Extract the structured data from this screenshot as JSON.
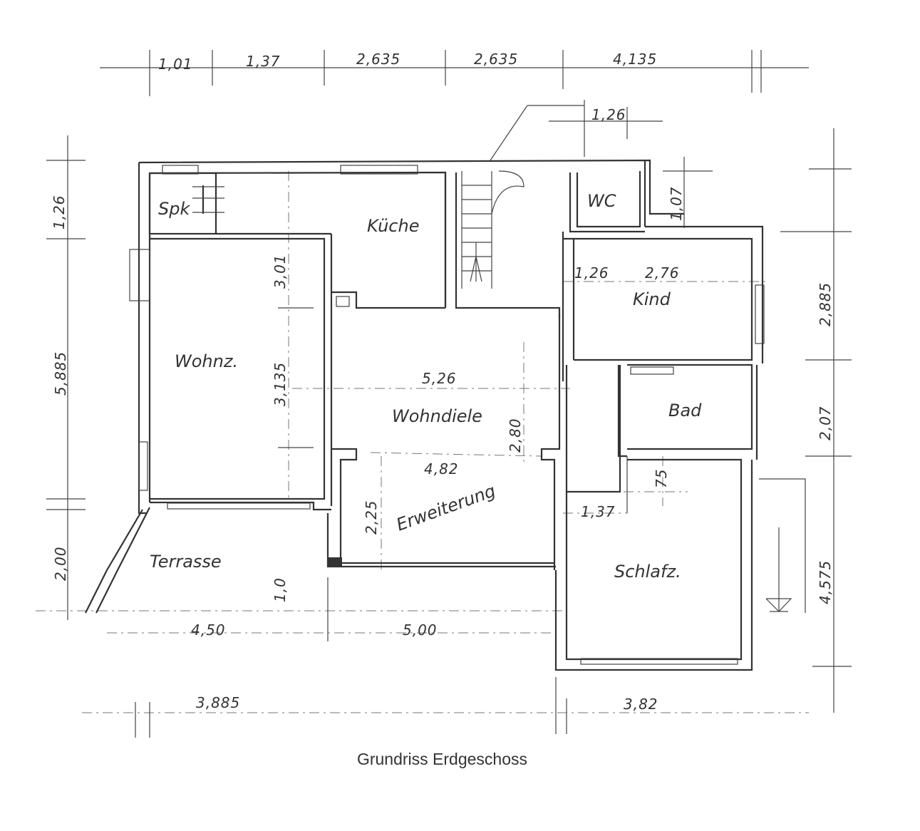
{
  "caption": "Grundriss Erdgeschoss",
  "rooms": {
    "spk": "Spk",
    "kueche": "Küche",
    "wc": "WC",
    "kind": "Kind",
    "wohnz": "Wohnz.",
    "wohndiele": "Wohndiele",
    "bad": "Bad",
    "erweiterung": "Erweiterung",
    "terrasse": "Terrasse",
    "schlafz": "Schlafz."
  },
  "dimensions": {
    "top": [
      "1,01",
      "1,37",
      "2,635",
      "2,635",
      "4,135"
    ],
    "stair_top": "1,26",
    "left": [
      "1,26",
      "5,885",
      "2,00"
    ],
    "right": [
      "1,07",
      "2,885",
      "2,07",
      "4,575"
    ],
    "inner": {
      "wohnz_upper": "3,01",
      "wohnz_lower": "3,135",
      "diele_width": "5,26",
      "diele_height": "2,80",
      "erw_width": "4,82",
      "erw_height": "2,25",
      "terrace_step": "1,0",
      "kind_left": "1,26",
      "kind_width": "2,76",
      "bad_gap": "75",
      "schlafz_step": "1,37"
    },
    "bottom_inner": [
      "4,50",
      "5,00"
    ],
    "bottom_outer": [
      "3,885",
      "3,82"
    ]
  }
}
